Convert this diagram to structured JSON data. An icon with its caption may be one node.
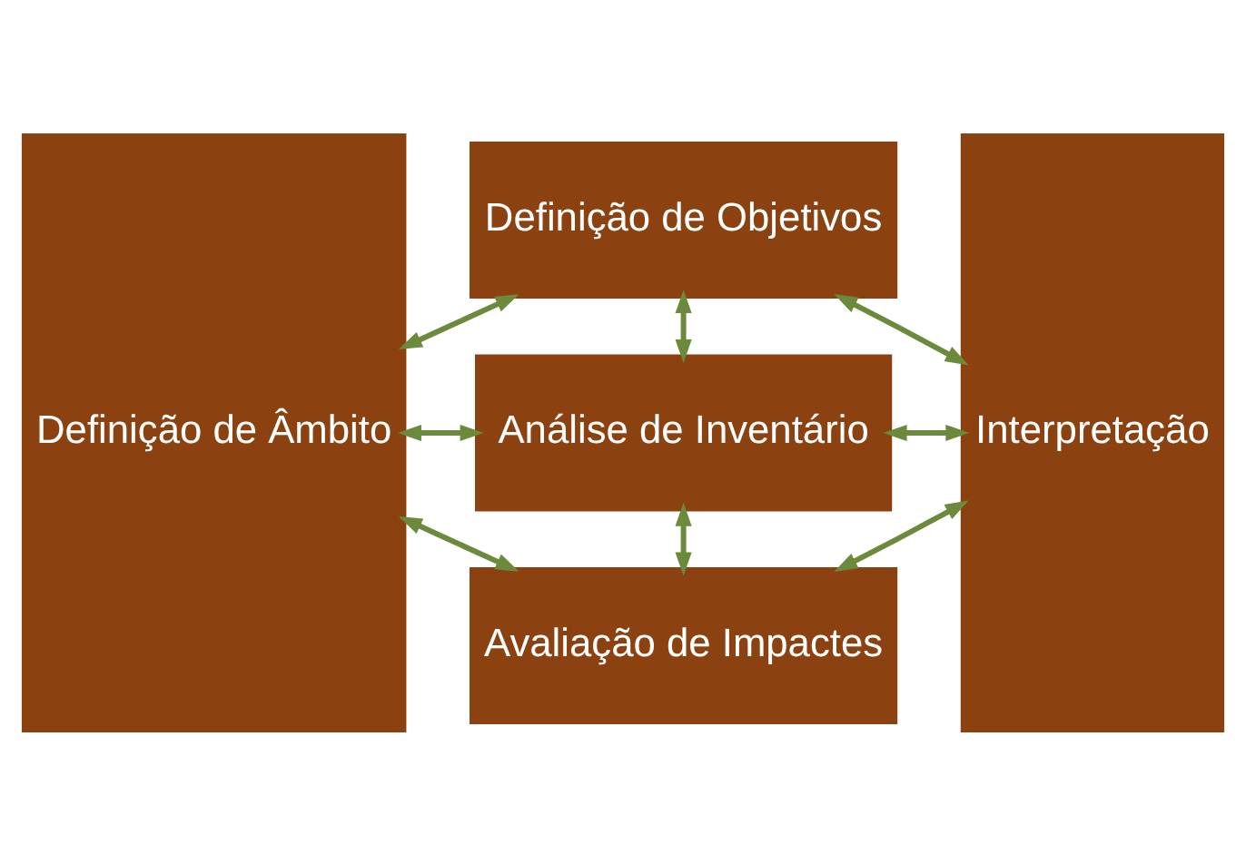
{
  "diagram": {
    "nodes": [
      {
        "text": [
          "Definição de Âmbito"
        ]
      },
      {
        "text": [
          "Definição de Objetivos"
        ]
      },
      {
        "text": [
          "Análise de Inventário"
        ]
      },
      {
        "text": [
          "Avaliação de Impactes"
        ]
      },
      {
        "text": [
          "Interpretação"
        ]
      }
    ],
    "edges": [
      {
        "from": 0,
        "to": 1,
        "arrow": "both"
      },
      {
        "from": 1,
        "to": 4,
        "arrow": "both"
      },
      {
        "from": 1,
        "to": 2,
        "arrow": "both"
      },
      {
        "from": 0,
        "to": 2,
        "arrow": "both"
      },
      {
        "from": 2,
        "to": 4,
        "arrow": "both"
      },
      {
        "from": 2,
        "to": 3,
        "arrow": "both"
      },
      {
        "from": 0,
        "to": 3,
        "arrow": "both"
      },
      {
        "from": 3,
        "to": 4,
        "arrow": "both"
      }
    ]
  }
}
